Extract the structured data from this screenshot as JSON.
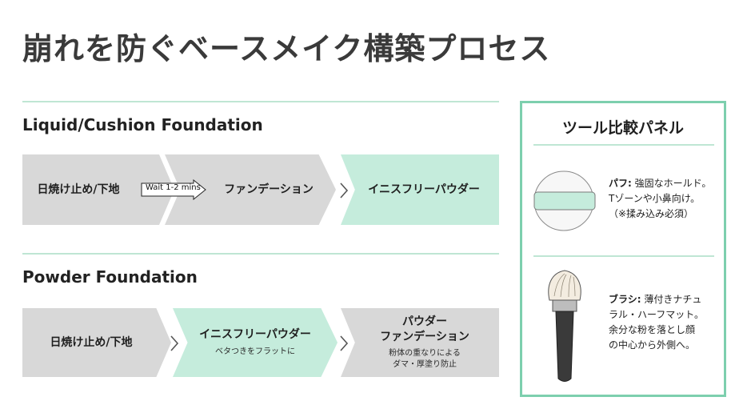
{
  "title": "崩れを防ぐベースメイク構築プロセス",
  "liquid": {
    "heading": "Liquid/Cushion Foundation",
    "step1": "日焼け止め/下地",
    "wait": "Wait 1-2 mins",
    "step2": "ファンデーション",
    "step3": "イニスフリーパウダー"
  },
  "powder": {
    "heading": "Powder Foundation",
    "step1": "日焼け止め/下地",
    "step2": "イニスフリーパウダー",
    "step2_sub": "ベタつきをフラットに",
    "step3_line1": "パウダー",
    "step3_line2": "ファンデーション",
    "step3_sub1": "粉体の重なりによる",
    "step3_sub2": "ダマ・厚塗り防止"
  },
  "panel": {
    "title": "ツール比較パネル",
    "puff_label": "パフ:",
    "puff_line1": "強固なホールド。",
    "puff_line2": "Tゾーンや小鼻向け。",
    "puff_line3": "（※揉み込み必須）",
    "brush_label": "ブラシ:",
    "brush_line1": "薄付きナチュ",
    "brush_line2": "ラル・ハーフマット。",
    "brush_line3": "余分な粉を落とし顔",
    "brush_line4": "の中心から外側へ。"
  },
  "colors": {
    "accent": "#7dcfae",
    "mint_fill": "#c5ecdc",
    "gray_fill": "#d8d8d8",
    "rule": "#bfe6d4"
  }
}
